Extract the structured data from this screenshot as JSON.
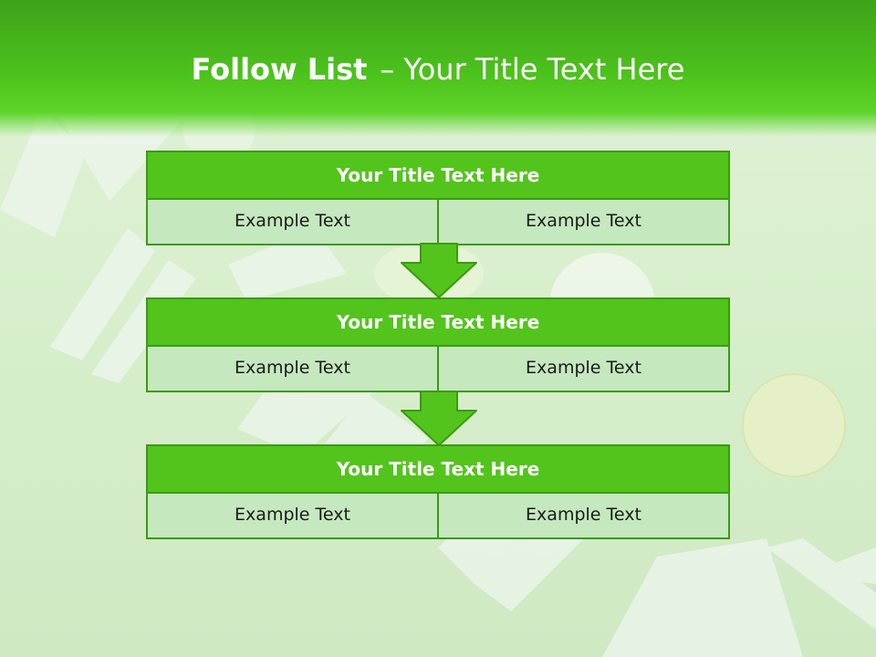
{
  "header": {
    "title_bold": "Follow List",
    "title_separator": "–",
    "title_rest": "Your Title Text Here"
  },
  "steps": [
    {
      "title": "Your Title Text Here",
      "cells": [
        "Example Text",
        "Example Text"
      ]
    },
    {
      "title": "Your Title Text Here",
      "cells": [
        "Example Text",
        "Example Text"
      ]
    },
    {
      "title": "Your Title Text Here",
      "cells": [
        "Example Text",
        "Example Text"
      ]
    }
  ],
  "colors": {
    "header_green": "#4cc21c",
    "block_title_green": "#52c41c",
    "cell_fill": "#c5e8bf",
    "border_green": "#3b9a12",
    "arrow_fill": "#52c41c"
  }
}
